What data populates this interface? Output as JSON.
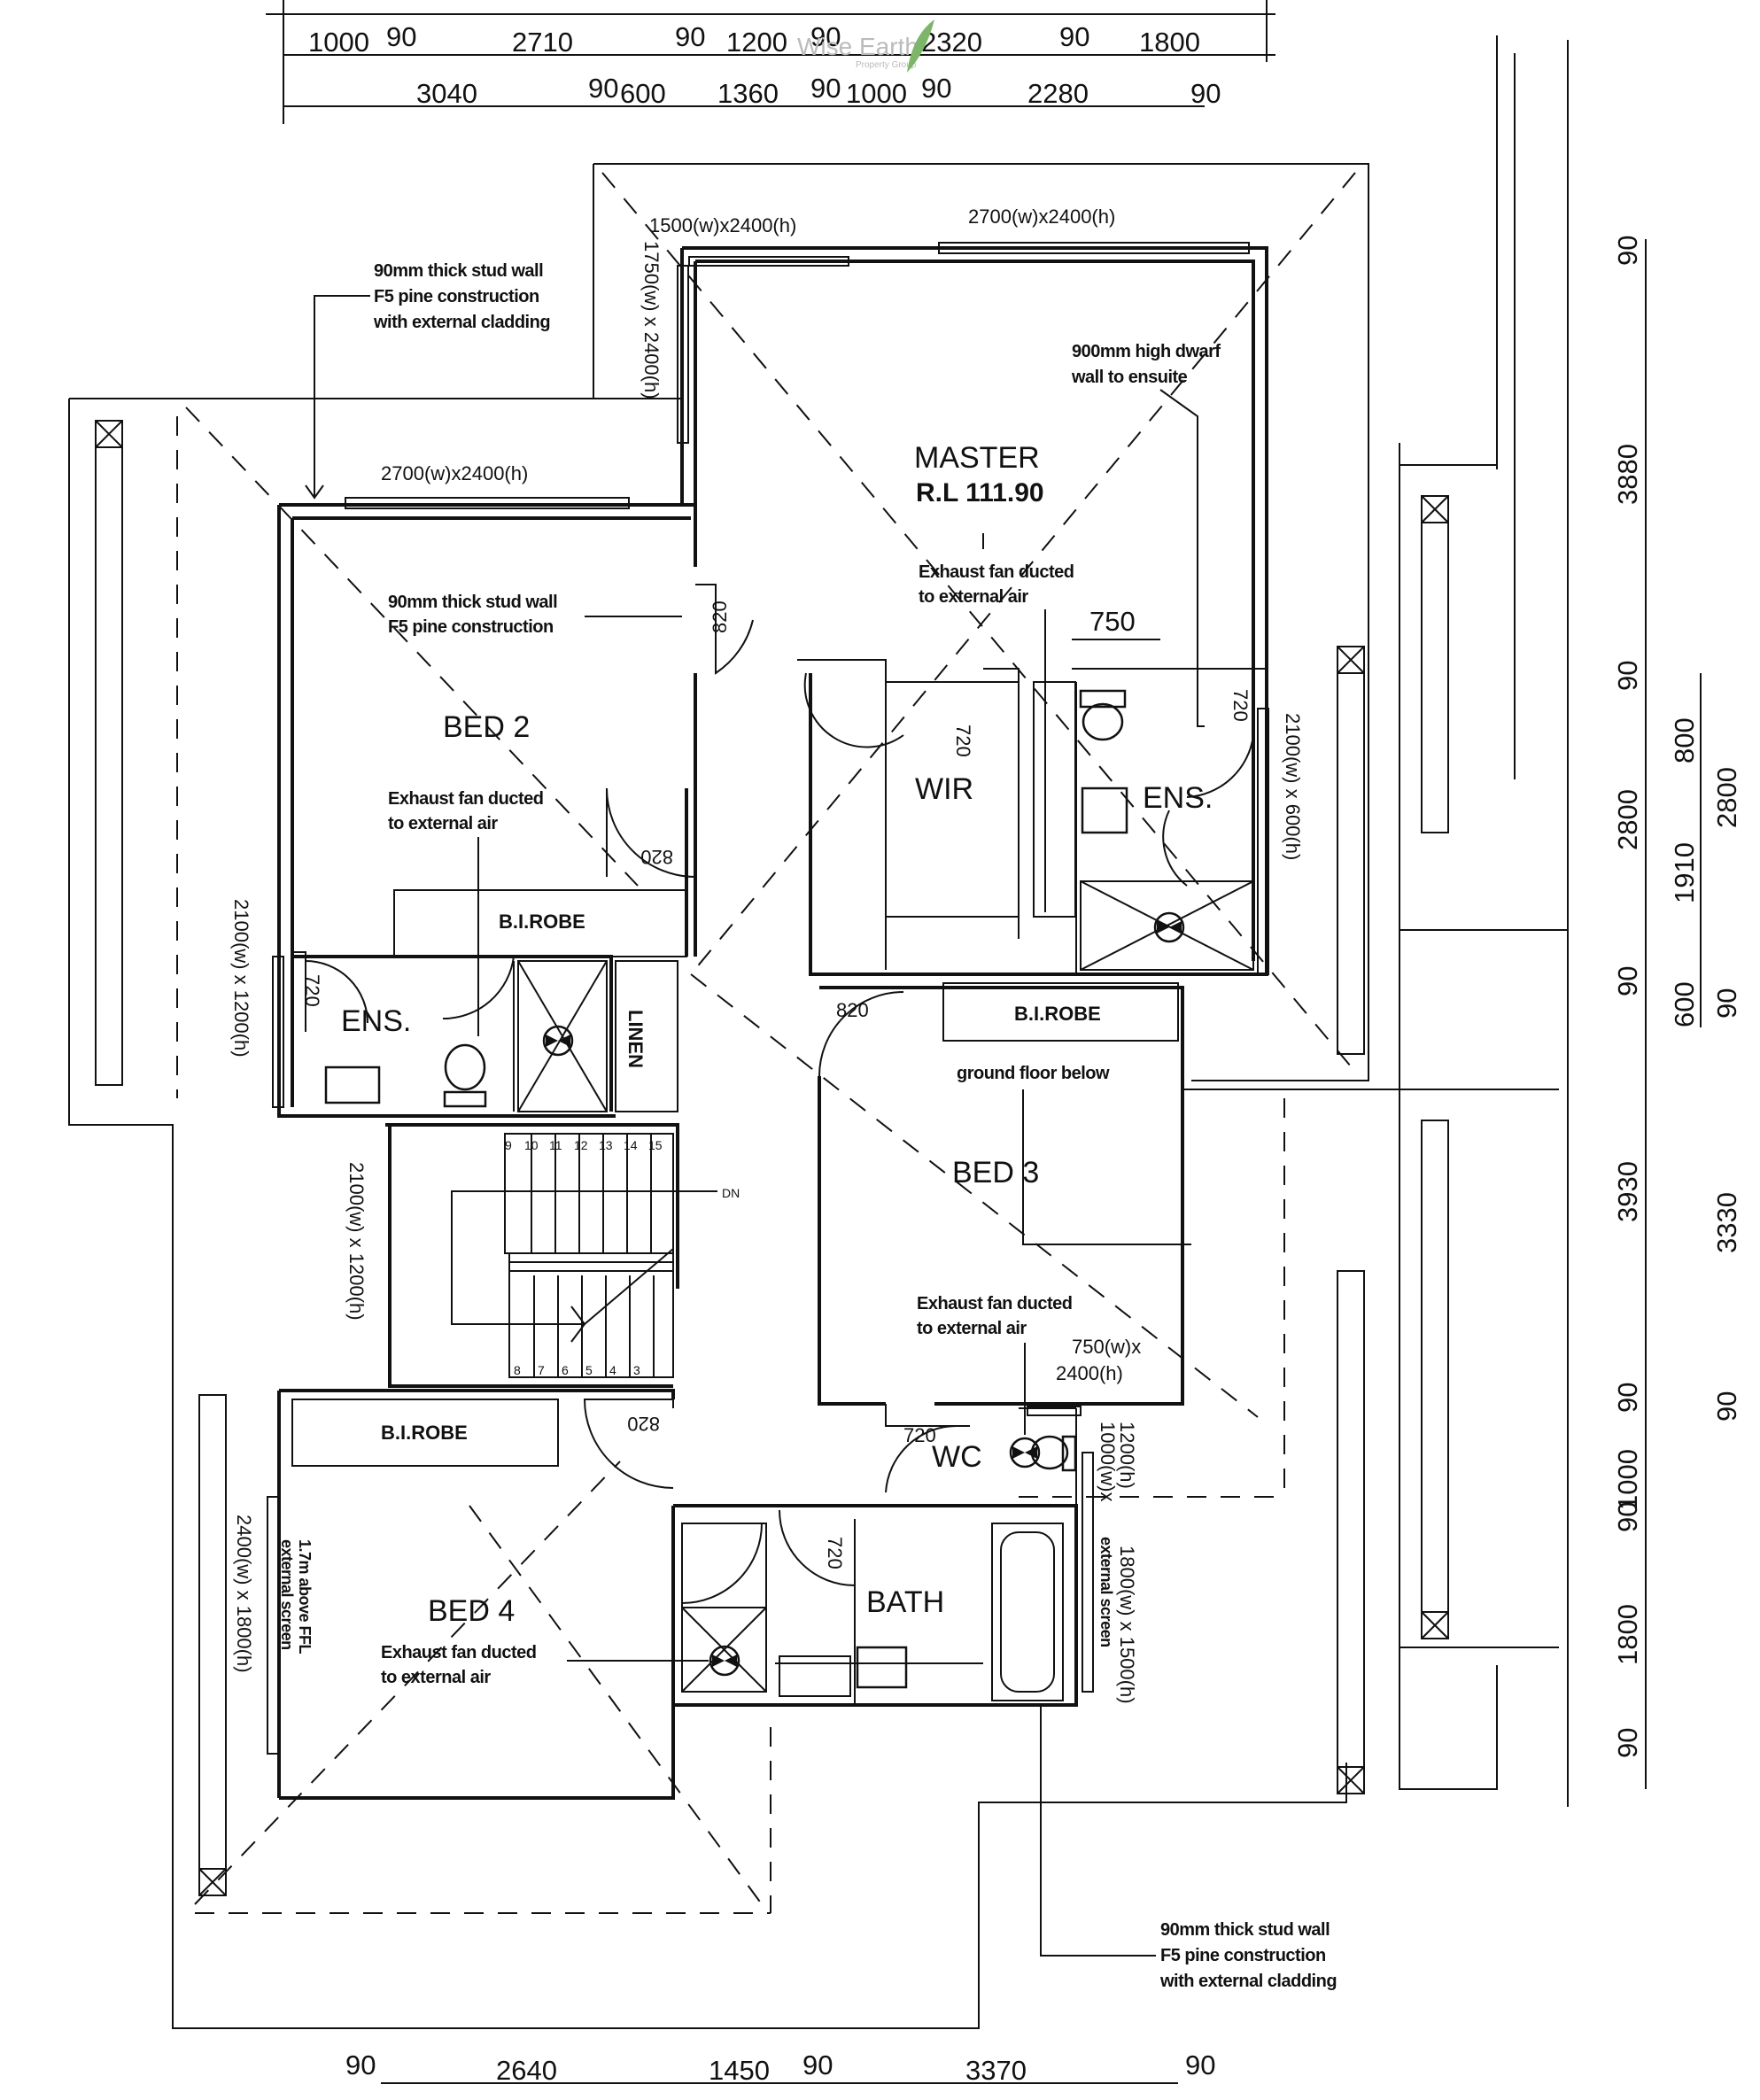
{
  "rooms": {
    "master": "MASTER",
    "master_rl": "R.L 111.90",
    "bed2": "BED 2",
    "bed3": "BED 3",
    "bed4": "BED 4",
    "wir": "WIR",
    "ens_master": "ENS.",
    "ens_bed2": "ENS.",
    "bath": "BATH",
    "wc": "WC",
    "linen": "LINEN",
    "birobe_bed2": "B.I.ROBE",
    "birobe_bed3": "B.I.ROBE",
    "birobe_bed4": "B.I.ROBE",
    "dn": "DN"
  },
  "windows": {
    "master_top_left": "1500(w)x2400(h)",
    "master_top_right": "2700(w)x2400(h)",
    "master_left_vert": "1750(w) x 2400(h)",
    "bed2_top": "2700(w)x2400(h)",
    "bed2_left": "2100(w) x 1200(h)",
    "ens_right": "2100(w) x 600(h)",
    "stair": "2100(w) x 1200(h)",
    "wc_w": "750(w)x",
    "wc_h": "2400(h)",
    "bed4_left": "2400(w) x 1800(h)",
    "wc_right": "1000(w)x",
    "wc_right2": "1200(h)",
    "bath_right": "1800(w) x 1500(h)"
  },
  "notes": {
    "stud_top_1": "90mm thick stud wall",
    "stud_top_2": "F5 pine construction",
    "stud_top_3": "with external cladding",
    "dwarf_1": "900mm high dwarf",
    "dwarf_2": "wall to ensuite",
    "stud_bed2_1": "90mm thick stud wall",
    "stud_bed2_2": "F5 pine construction",
    "exhaust_master_1": "Exhaust fan ducted",
    "exhaust_master_2": "to external air",
    "exhaust_bed2_1": "Exhaust fan ducted",
    "exhaust_bed2_2": "to external air",
    "exhaust_bed3_1": "Exhaust fan ducted",
    "exhaust_bed3_2": "to external air",
    "exhaust_bed4_1": "Exhaust fan ducted",
    "exhaust_bed4_2": "to external air",
    "ground_floor": "ground floor below",
    "screen_1": "1.7m above FFL",
    "screen_2": "external screen",
    "screen_right": "external screen",
    "stud_bot_1": "90mm thick stud wall",
    "stud_bot_2": "F5 pine construction",
    "stud_bot_3": "with external cladding",
    "door_750": "750"
  },
  "doors": {
    "d820_bed2": "820",
    "d820_bed2b": "820",
    "d720_wir": "720",
    "d720_ens": "720",
    "d720_bed2ens": "720",
    "d820_bed3": "820",
    "d820_bed4": "820",
    "d720_wc": "720",
    "d720_bath": "720"
  },
  "stairs": {
    "upper": [
      "9",
      "10",
      "11",
      "12",
      "13",
      "14",
      "15"
    ],
    "lower": [
      "8",
      "7",
      "6",
      "5",
      "4",
      "3"
    ]
  },
  "dims_top_row1": [
    "1000",
    "90",
    "2710",
    "90",
    "1200",
    "90",
    "2320",
    "90",
    "1800"
  ],
  "dims_top_row2": [
    "3040",
    "90",
    "600",
    "1360",
    "90",
    "1000",
    "90",
    "2280",
    "90"
  ],
  "dims_bottom": [
    "90",
    "2640",
    "1450",
    "90",
    "3370",
    "90"
  ],
  "dims_right_outer": [
    "90",
    "3880",
    "90",
    "2800",
    "90",
    "3930",
    "90",
    "1000",
    "90",
    "1800",
    "90"
  ],
  "dims_right_inner": [
    "800",
    "90",
    "1910",
    "600",
    "3330",
    "90",
    "2800",
    "90"
  ],
  "watermark": "Wise Earth",
  "watermark_sub": "Property Group"
}
